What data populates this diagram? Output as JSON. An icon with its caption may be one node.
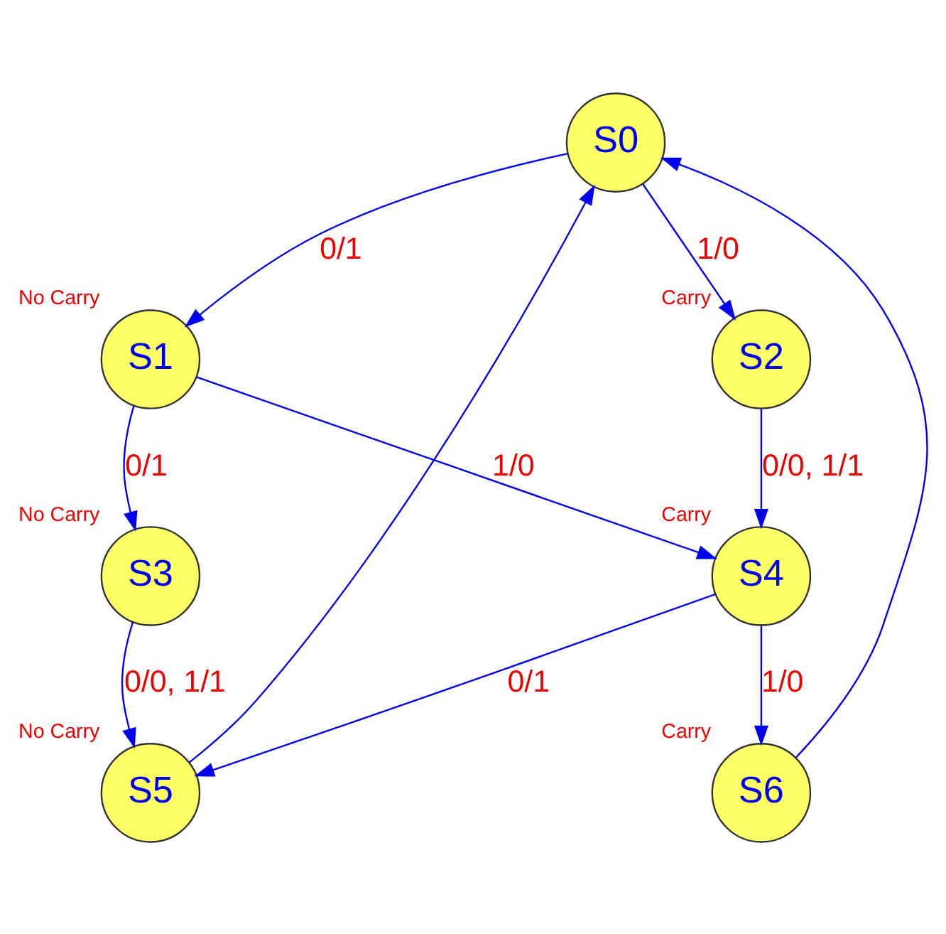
{
  "diagram": {
    "nodes": [
      {
        "text": [
          "S0"
        ]
      },
      {
        "text": [
          "S1"
        ],
        "beside": [
          "No Carry"
        ]
      },
      {
        "text": [
          "S2"
        ],
        "beside": [
          "Carry"
        ]
      },
      {
        "text": [
          "S3"
        ],
        "beside": [
          "No Carry"
        ]
      },
      {
        "text": [
          "S4"
        ],
        "beside": [
          "Carry"
        ]
      },
      {
        "text": [
          "S5"
        ],
        "beside": [
          "No Carry"
        ]
      },
      {
        "text": [
          "S6"
        ],
        "beside": [
          "Carry"
        ]
      }
    ],
    "edges": [
      {
        "from": 0,
        "to": 1,
        "arrow": "to",
        "label": "0/1"
      },
      {
        "from": 0,
        "to": 2,
        "arrow": "to",
        "label": "1/0"
      },
      {
        "from": 1,
        "to": 3,
        "arrow": "to",
        "label": "0/1"
      },
      {
        "from": 1,
        "to": 4,
        "arrow": "to",
        "label": "1/0"
      },
      {
        "from": 2,
        "to": 4,
        "arrow": "to",
        "label": "0/0, 1/1"
      },
      {
        "from": 3,
        "to": 5,
        "arrow": "to",
        "label": "0/0, 1/1"
      },
      {
        "from": 4,
        "to": 5,
        "arrow": "to",
        "label": "0/1"
      },
      {
        "from": 4,
        "to": 6,
        "arrow": "to",
        "label": "1/0"
      },
      {
        "from": 5,
        "to": 0,
        "arrow": "to"
      },
      {
        "from": 6,
        "to": 0,
        "arrow": "to"
      }
    ]
  }
}
